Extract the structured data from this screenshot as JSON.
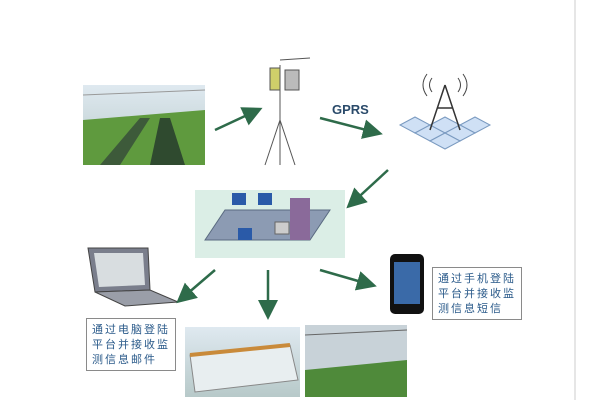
{
  "labels": {
    "gprs": "GPRS",
    "computer_caption": [
      "通过电脑登陆",
      "平台并接收监",
      "测信息邮件"
    ],
    "phone_caption": [
      "通过手机登陆",
      "平台并接收监",
      "测信息短信"
    ]
  },
  "colors": {
    "arrow": "#2e6b4a",
    "caption_text": "#2a5a8a"
  }
}
